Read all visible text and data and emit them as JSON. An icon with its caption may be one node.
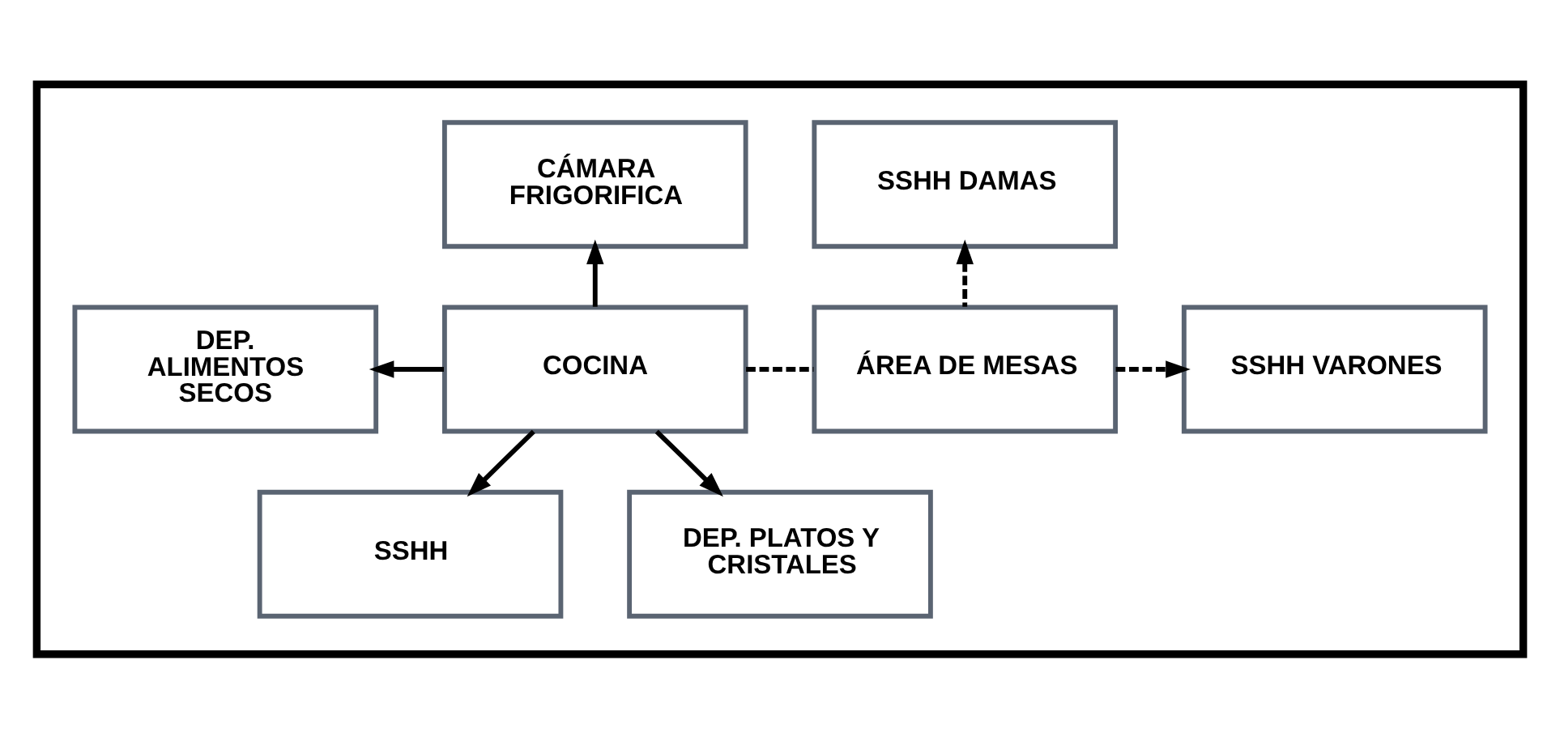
{
  "diagram": {
    "nodes": [
      {
        "text": [],
        "shape": "box"
      },
      {
        "text": [
          "CÁMARA FRIGORIFICA"
        ],
        "in": 0
      },
      {
        "text": [
          "SSHH DAMAS"
        ],
        "in": 0
      },
      {
        "text": [
          "DEP. ALIMENTOS SECOS"
        ],
        "in": 0
      },
      {
        "text": [
          "COCINA"
        ],
        "in": 0
      },
      {
        "text": [
          "ÁREA DE MESAS"
        ],
        "in": 0
      },
      {
        "text": [
          "SSHH VARONES"
        ],
        "in": 0
      },
      {
        "text": [
          "SSHH"
        ],
        "in": 0
      },
      {
        "text": [
          "DEP. PLATOS Y CRISTALES"
        ],
        "in": 0
      }
    ],
    "edges": [
      {
        "from": 4,
        "to": 1,
        "arrow": "to"
      },
      {
        "from": 4,
        "to": 3,
        "arrow": "to"
      },
      {
        "from": 4,
        "to": 5,
        "arrow": "none",
        "style": "dashed"
      },
      {
        "from": 5,
        "to": 2,
        "arrow": "to",
        "style": "dashed"
      },
      {
        "from": 5,
        "to": 6,
        "arrow": "to",
        "style": "dashed"
      },
      {
        "from": 4,
        "to": 7,
        "arrow": "to"
      },
      {
        "from": 4,
        "to": 8,
        "arrow": "to"
      }
    ]
  }
}
